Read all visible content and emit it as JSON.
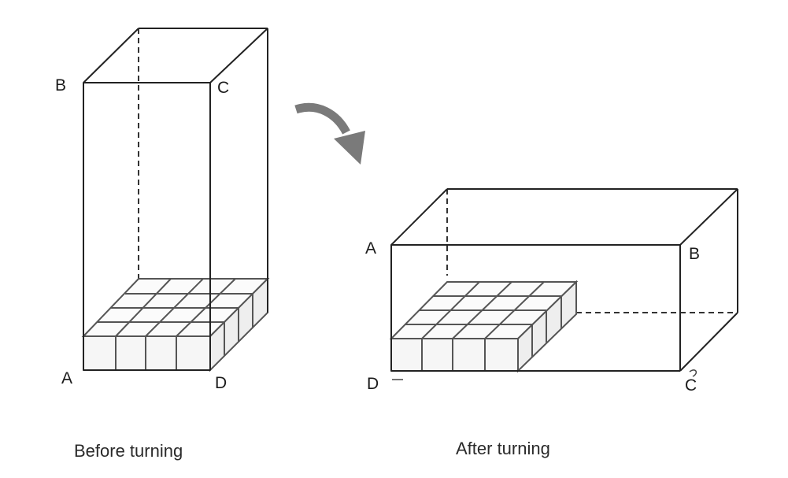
{
  "before": {
    "caption": "Before turning",
    "labels": {
      "B": "B",
      "C": "C",
      "A": "A",
      "D": "D"
    }
  },
  "after": {
    "caption": "After turning",
    "labels": {
      "A": "A",
      "B": "B",
      "D": "D",
      "C": "C"
    }
  },
  "colors": {
    "line": "#222222",
    "arrow": "#7a7a7a",
    "cube_fill": "#f6f6f6"
  }
}
